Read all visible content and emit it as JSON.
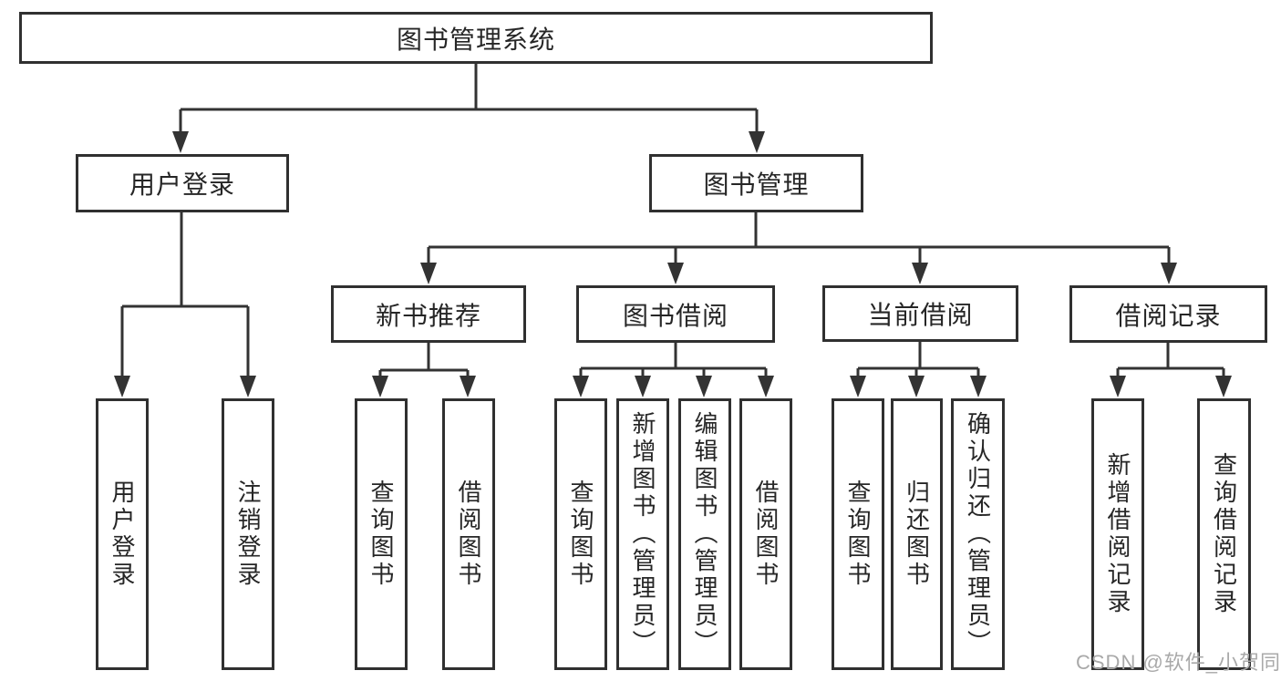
{
  "tree": {
    "label": "图书管理系统",
    "children": [
      {
        "label": "用户登录",
        "children": [
          {
            "label": "用户登录"
          },
          {
            "label": "注销登录"
          }
        ]
      },
      {
        "label": "图书管理",
        "children": [
          {
            "label": "新书推荐",
            "children": [
              {
                "label": "查询图书"
              },
              {
                "label": "借阅图书"
              }
            ]
          },
          {
            "label": "图书借阅",
            "children": [
              {
                "label": "查询图书"
              },
              {
                "label": "新增图书（管理员）"
              },
              {
                "label": "编辑图书（管理员）"
              },
              {
                "label": "借阅图书"
              }
            ]
          },
          {
            "label": "当前借阅",
            "children": [
              {
                "label": "查询图书"
              },
              {
                "label": "归还图书"
              },
              {
                "label": "确认归还（管理员）"
              }
            ]
          },
          {
            "label": "借阅记录",
            "children": [
              {
                "label": "新增借阅记录"
              },
              {
                "label": "查询借阅记录"
              }
            ]
          }
        ]
      }
    ]
  },
  "watermark": {
    "text": "CSDN @软件_小贺同学"
  },
  "colors": {
    "line": "#333333",
    "node_border": "#303030",
    "node_text": "#262626",
    "watermark": "#a9a9a9",
    "background": "#ffffff"
  }
}
